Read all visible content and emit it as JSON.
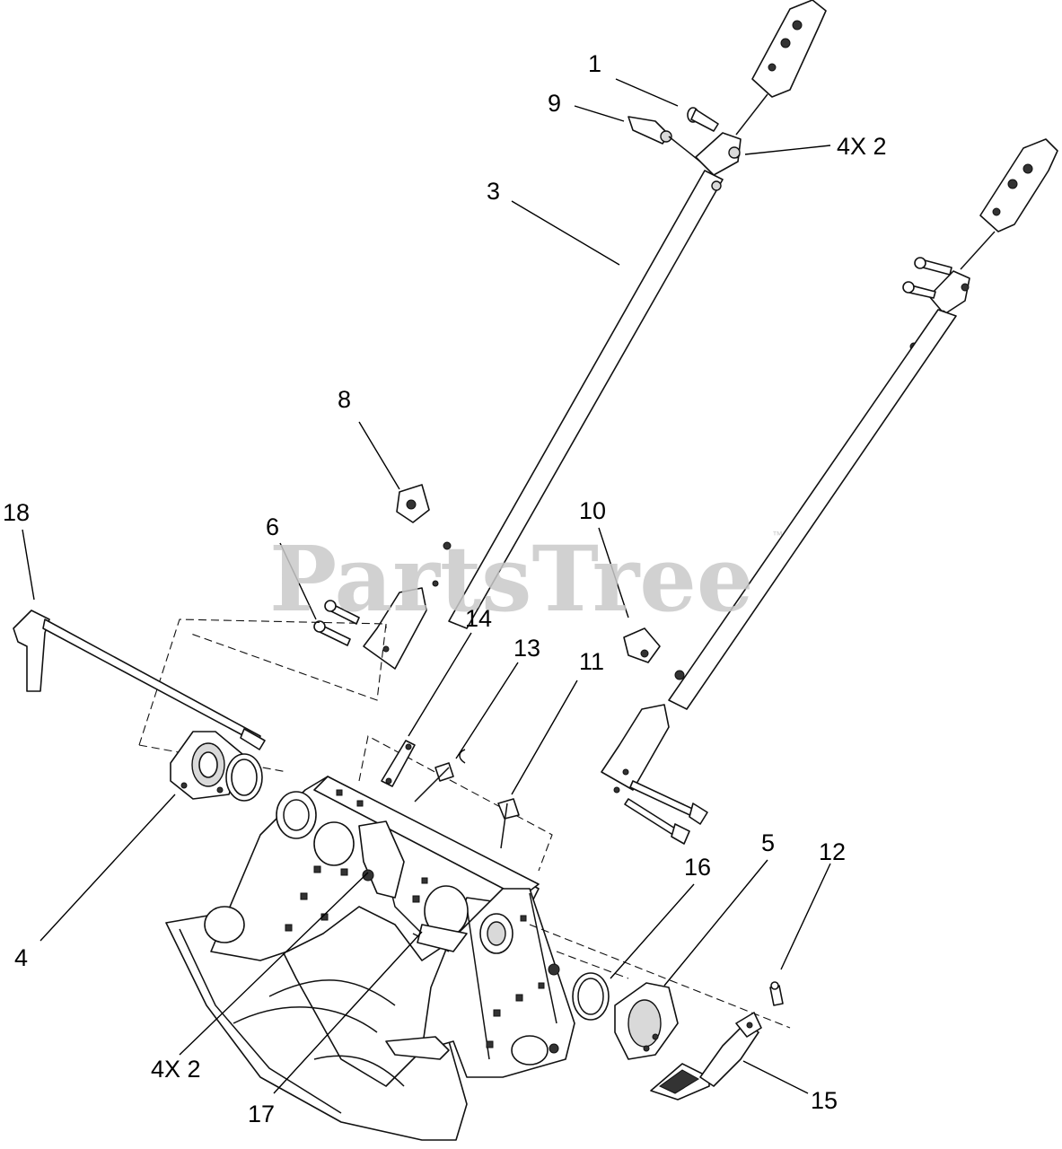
{
  "watermark": {
    "brand": "PartsTree",
    "trademark": "™"
  },
  "callouts": [
    {
      "id": "c1",
      "text": "1"
    },
    {
      "id": "c9",
      "text": "9"
    },
    {
      "id": "c4x2a",
      "text": "4X 2"
    },
    {
      "id": "c3",
      "text": "3"
    },
    {
      "id": "c8",
      "text": "8"
    },
    {
      "id": "c18",
      "text": "18"
    },
    {
      "id": "c6",
      "text": "6"
    },
    {
      "id": "c10",
      "text": "10"
    },
    {
      "id": "c14",
      "text": "14"
    },
    {
      "id": "c13",
      "text": "13"
    },
    {
      "id": "c11",
      "text": "11"
    },
    {
      "id": "c4",
      "text": "4"
    },
    {
      "id": "c5",
      "text": "5"
    },
    {
      "id": "c16",
      "text": "16"
    },
    {
      "id": "c12",
      "text": "12"
    },
    {
      "id": "c4x2b",
      "text": "4X 2"
    },
    {
      "id": "c17",
      "text": "17"
    },
    {
      "id": "c15",
      "text": "15"
    }
  ]
}
